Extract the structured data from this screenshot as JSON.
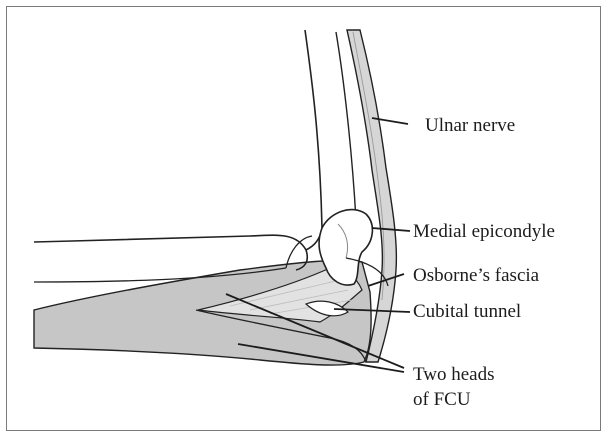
{
  "figure": {
    "labels": {
      "ulnar_nerve": "Ulnar nerve",
      "medial_epicondyle": "Medial epicondyle",
      "osbornes_fascia": "Osborne’s fascia",
      "cubital_tunnel": "Cubital tunnel",
      "two_heads_line1": "Two heads",
      "two_heads_line2": "of FCU"
    },
    "colors": {
      "outline": "#222222",
      "muscle_fill": "#c6c6c6",
      "muscle_light": "#dedede",
      "nerve_fill": "#d4d4d4",
      "frame": "#7a7a7a"
    }
  }
}
